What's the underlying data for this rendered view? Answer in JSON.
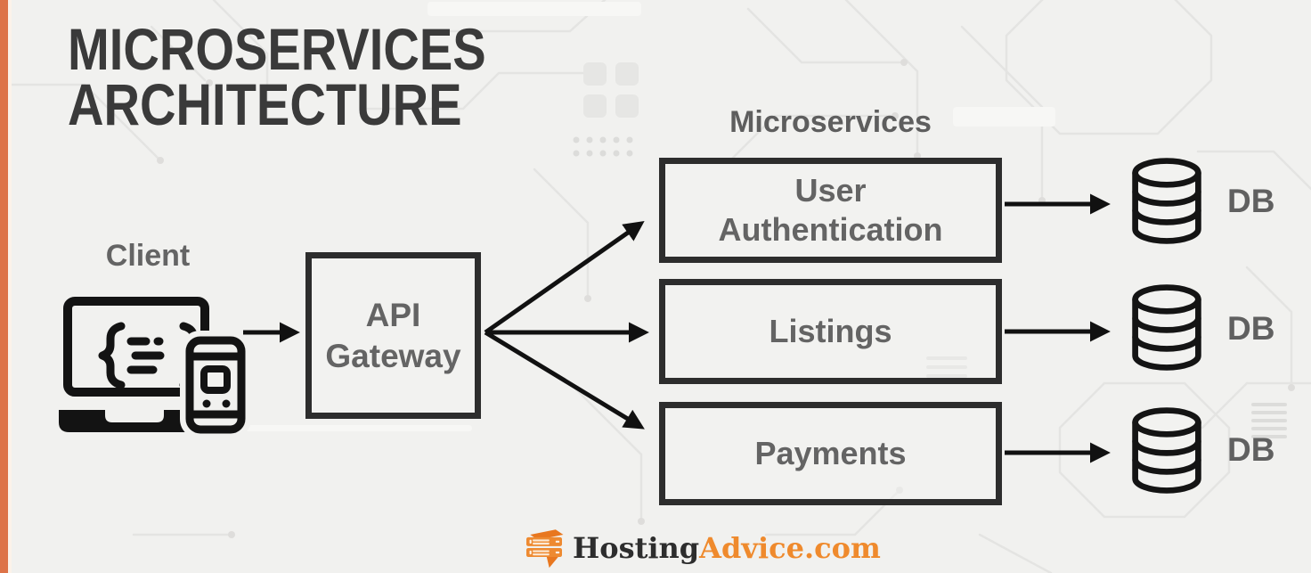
{
  "title": {
    "line1": "MICROSERVICES",
    "line2": "ARCHITECTURE"
  },
  "diagram": {
    "client": {
      "label": "Client",
      "icon": "laptop-phone-code-icon"
    },
    "gateway": {
      "label": "API Gateway"
    },
    "group_label": "Microservices",
    "services": [
      {
        "label": "User Authentication"
      },
      {
        "label": "Listings"
      },
      {
        "label": "Payments"
      }
    ],
    "databases": [
      {
        "label": "DB",
        "icon": "database-icon"
      },
      {
        "label": "DB",
        "icon": "database-icon"
      },
      {
        "label": "DB",
        "icon": "database-icon"
      }
    ]
  },
  "footer": {
    "brand_part1": "Hosting",
    "brand_part2": "Advice.com",
    "icon": "server-chat-bubble-icon"
  },
  "colors": {
    "background": "#f1f1ef",
    "accent_bar": "#dd7348",
    "title_text": "#3a3a3a",
    "label_gray": "#646464",
    "box_border": "#2d2d2d",
    "arrow": "#111111",
    "brand_orange": "#ef8a2d"
  }
}
